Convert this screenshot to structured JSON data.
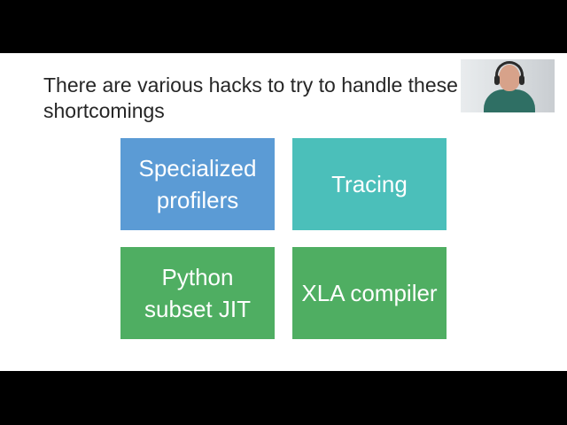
{
  "slide": {
    "title": "There are various hacks to try to handle these shortcomings",
    "tiles": [
      {
        "label": "Specialized profilers",
        "color": "#5b9bd5"
      },
      {
        "label": "Tracing",
        "color": "#4bbfba"
      },
      {
        "label": "Python subset JIT",
        "color": "#4fae62"
      },
      {
        "label": "XLA compiler",
        "color": "#4fae62"
      }
    ]
  },
  "colors": {
    "letterbox": "#000000",
    "slide_background": "#ffffff",
    "title_text": "#262626",
    "tile_text": "#ffffff"
  }
}
